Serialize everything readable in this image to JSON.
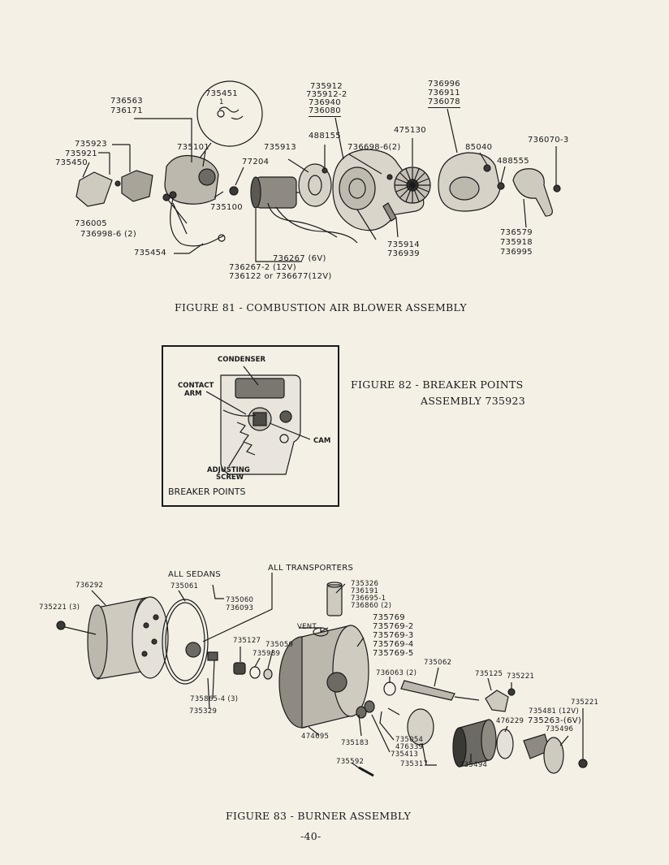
{
  "page_number": "-40-",
  "figure81": {
    "caption": "FIGURE 81 - COMBUSTION AIR BLOWER ASSEMBLY",
    "labels": {
      "p736563": "736563",
      "p736171": "736171",
      "p735451": "735451",
      "p735451_qty": "1",
      "p735923": "735923",
      "p735921": "735921",
      "p735450": "735450",
      "p735101": "735101",
      "p735912": "735912",
      "p735912_2": "735912-2",
      "p736940": "736940",
      "p736080": "736080",
      "p736996": "736996",
      "p736911": "736911",
      "p736078": "736078",
      "p488155": "488155",
      "p735913": "735913",
      "p475130": "475130",
      "p736698": "736698-6(2)",
      "p85040": "85040",
      "p736070": "736070-3",
      "p488555": "488555",
      "p77204": "77204",
      "p735100": "735100",
      "p736005": "736005",
      "p736998": "736998-6 (2)",
      "p735454": "735454",
      "p736267": "736267 (6V)",
      "p736267_2": "736267-2 (12V)",
      "p736122": "736122 or 736677(12V)",
      "p735914": "735914",
      "p736939": "736939",
      "p736579": "736579",
      "p735918": "735918",
      "p736995": "736995"
    }
  },
  "figure82": {
    "caption_line1": "FIGURE 82 - BREAKER POINTS",
    "caption_line2": "ASSEMBLY  735923",
    "inset_title": "BREAKER POINTS",
    "condenser": "CONDENSER",
    "contact_arm_1": "CONTACT",
    "contact_arm_2": "ARM",
    "cam": "CAM",
    "adjusting_1": "ADJUSTING",
    "adjusting_2": "SCREW"
  },
  "figure83": {
    "caption": "FIGURE 83 - BURNER ASSEMBLY",
    "labels": {
      "all_sedans": "ALL  SEDANS",
      "all_transporters": "ALL  TRANSPORTERS",
      "p736292": "736292",
      "p735061": "735061",
      "p735221_3": "735221 (3)",
      "p735060": "735060",
      "p736093": "736093",
      "p735326": "735326",
      "p736191": "736191",
      "p736695": "736695-1",
      "p736860": "736860 (2)",
      "vent": "VENT",
      "p735769": "735769",
      "p735769_2": "735769-2",
      "p735769_3": "735769-3",
      "p735769_4": "735769-4",
      "p735769_5": "735769-5",
      "p735127": "735127",
      "p735059": "735059",
      "p735989": "735989",
      "p735062": "735062",
      "p736063": "736063 (2)",
      "p735125": "735125",
      "p735221_a": "735221",
      "p735221_b": "735221",
      "p735865": "735865-4 (3)",
      "p735329": "735329",
      "p735481": "735481 (12V)",
      "p735263": "735263-(6V)",
      "p735496": "735496",
      "p476229": "476229",
      "p474695": "474695",
      "p735183": "735183",
      "p735054": "735054",
      "p476339": "476339",
      "p735413": "735413",
      "p735317": "735317",
      "p735494": "735494",
      "p735592": "735592"
    }
  }
}
